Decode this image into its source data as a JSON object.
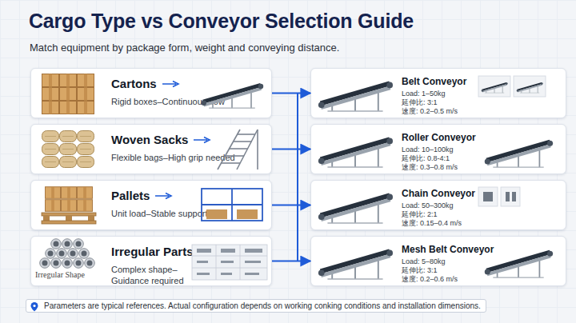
{
  "diagram": {
    "title": "Cargo Type vs Conveyor Selection Guide",
    "caption": "Match equipment by package form, weight and conveying distance.",
    "nodes": [
      {
        "text": [
          "Cartons",
          "Rigid boxes–Continuous flow"
        ]
      },
      {
        "text": [
          "Woven Sacks",
          "Flexible bags–High grip needed"
        ]
      },
      {
        "text": [
          "Pallets",
          "Unit load–Stable support"
        ]
      },
      {
        "text": [
          "Irregular Parts",
          "Complex shape– Guidance required"
        ]
      },
      {
        "text": [
          "Belt Conveyor",
          "Load: 1–50kg",
          "延伸比: 3:1",
          "速度: 0.2–0.5 m/s"
        ]
      },
      {
        "text": [
          "Roller Conveyor",
          "Load: 10–100kg",
          "延伸比: 0.8-4:1",
          "速度: 0.3–0.8 m/s"
        ]
      },
      {
        "text": [
          "Chain Conveyor",
          "Load: 50–300kg",
          "延伸比: 2:1",
          "速度: 0.15–0.4 m/s"
        ]
      },
      {
        "text": [
          "Mesh Belt Conveyor",
          "Load: 5–80kg",
          "延伸比: 3:1",
          "速度: 0.2–0.6 m/s"
        ]
      }
    ],
    "edges": [
      {
        "from": 0,
        "to": 4,
        "arrow": "to"
      },
      {
        "from": 1,
        "to": 5,
        "arrow": "to"
      },
      {
        "from": 2,
        "to": 6,
        "arrow": "to"
      },
      {
        "from": 3,
        "to": 7,
        "arrow": "to"
      }
    ],
    "labels": [
      "Irregular Shape",
      "Parameters are typical references. Actual configuration depends on working conking conditions and installation dimensions."
    ]
  }
}
